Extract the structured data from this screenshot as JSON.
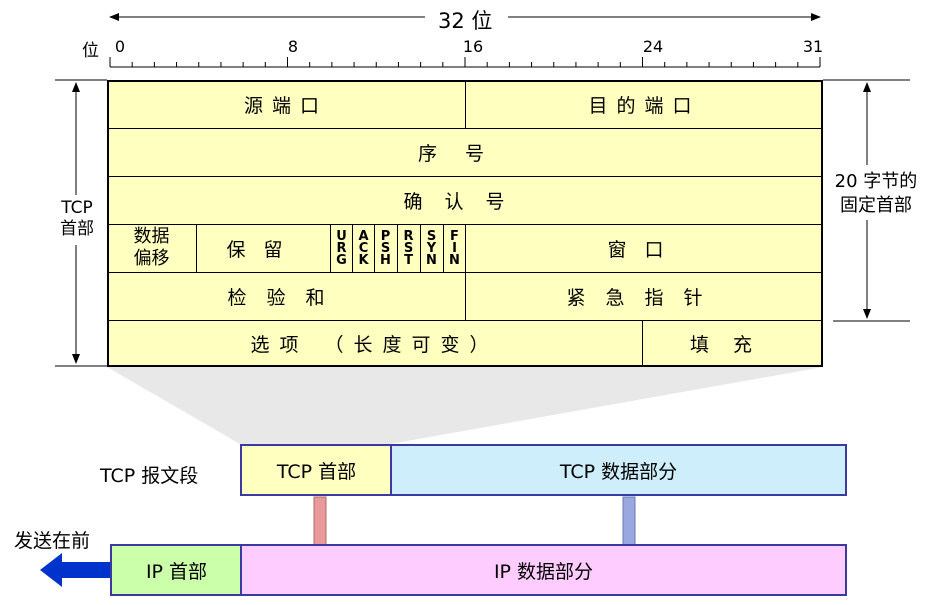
{
  "width_label": "32 位",
  "bit_label": "位",
  "bit_ticks": [
    "0",
    "8",
    "16",
    "24",
    "31"
  ],
  "fields": {
    "src_port": "源端口",
    "dst_port": "目的端口",
    "seq": "序号",
    "ack_num": "确认号",
    "data_offset_line1": "数据",
    "data_offset_line2": "偏移",
    "reserved": "保留",
    "flags": [
      {
        "name": "urg",
        "letters": [
          "U",
          "R",
          "G"
        ]
      },
      {
        "name": "ack",
        "letters": [
          "A",
          "C",
          "K"
        ]
      },
      {
        "name": "psh",
        "letters": [
          "P",
          "S",
          "H"
        ]
      },
      {
        "name": "rst",
        "letters": [
          "R",
          "S",
          "T"
        ]
      },
      {
        "name": "syn",
        "letters": [
          "S",
          "Y",
          "N"
        ]
      },
      {
        "name": "fin",
        "letters": [
          "F",
          "I",
          "N"
        ]
      }
    ],
    "window": "窗口",
    "checksum": "检验和",
    "urgent_ptr": "紧急指针",
    "options": "选项 （长度可变）",
    "padding": "填充"
  },
  "left_label_line1": "TCP",
  "left_label_line2": "首部",
  "right_label_line1": "20 字节的",
  "right_label_line2": "固定首部",
  "segment": {
    "label": "TCP 报文段",
    "header": "TCP 首部",
    "data": "TCP 数据部分"
  },
  "ip": {
    "send_label": "发送在前",
    "header": "IP 首部",
    "data": "IP 数据部分"
  },
  "colors": {
    "header_fill": "#ffffc0",
    "tcp_data_fill": "#cdeefa",
    "ip_header_fill": "#ccffaa",
    "ip_data_fill": "#ffccff",
    "arrow_blue": "#0033cc"
  }
}
